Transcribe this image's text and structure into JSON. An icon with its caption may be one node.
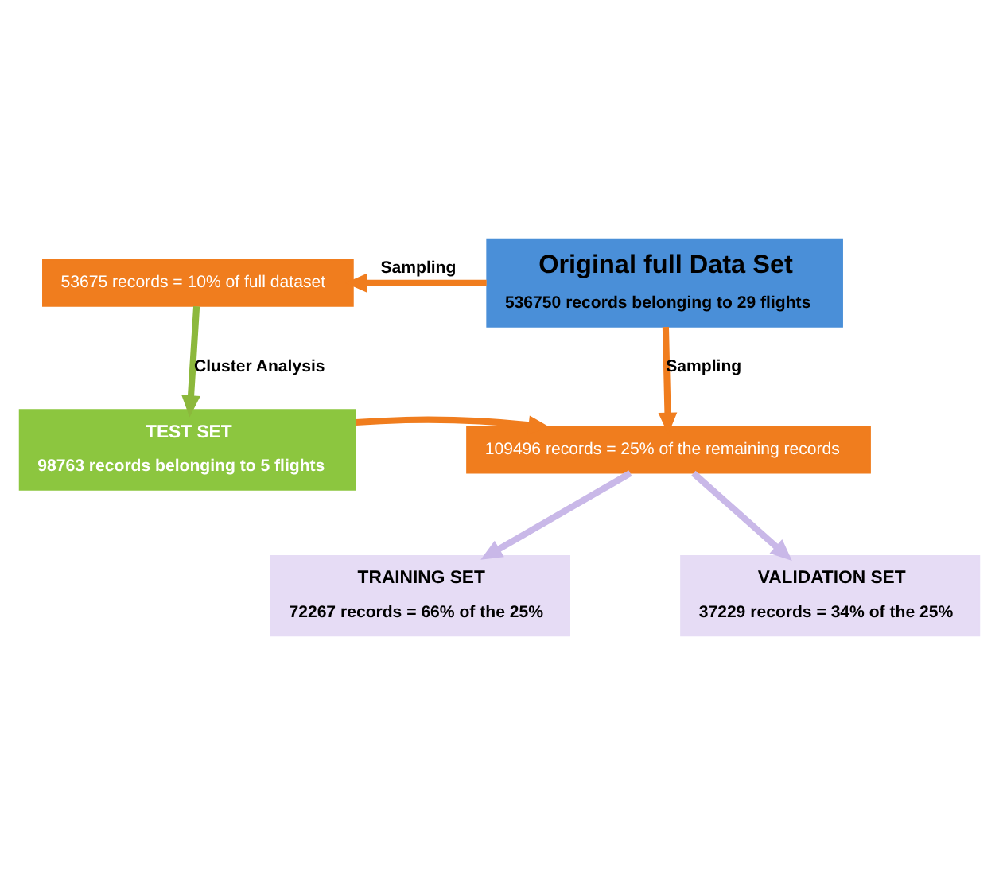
{
  "diagram": {
    "nodes": [
      {
        "text": [
          "Original full Data Set",
          "536750 records belonging to 29 flights"
        ]
      },
      {
        "text": [
          "53675 records = 10% of full dataset"
        ]
      },
      {
        "text": [
          "TEST SET",
          "98763 records belonging to 5 flights"
        ]
      },
      {
        "text": [
          "109496 records = 25% of the remaining records"
        ]
      },
      {
        "text": [
          "TRAINING SET",
          "72267 records = 66% of the 25%"
        ]
      },
      {
        "text": [
          "VALIDATION SET",
          "37229 records = 34% of the 25%"
        ]
      }
    ],
    "edges": [
      {
        "from": 0,
        "to": 1,
        "arrow": "to",
        "label": "Sampling"
      },
      {
        "from": 1,
        "to": 2,
        "arrow": "to",
        "label": "Cluster Analysis",
        "color": "#8cb83c"
      },
      {
        "from": 0,
        "to": 3,
        "arrow": "to",
        "label": "Sampling"
      },
      {
        "from": 2,
        "to": 3,
        "arrow": "to"
      },
      {
        "from": 3,
        "to": 4,
        "arrow": "to",
        "color": "#c9b8e8"
      },
      {
        "from": 3,
        "to": 5,
        "arrow": "to",
        "color": "#c9b8e8"
      }
    ]
  }
}
